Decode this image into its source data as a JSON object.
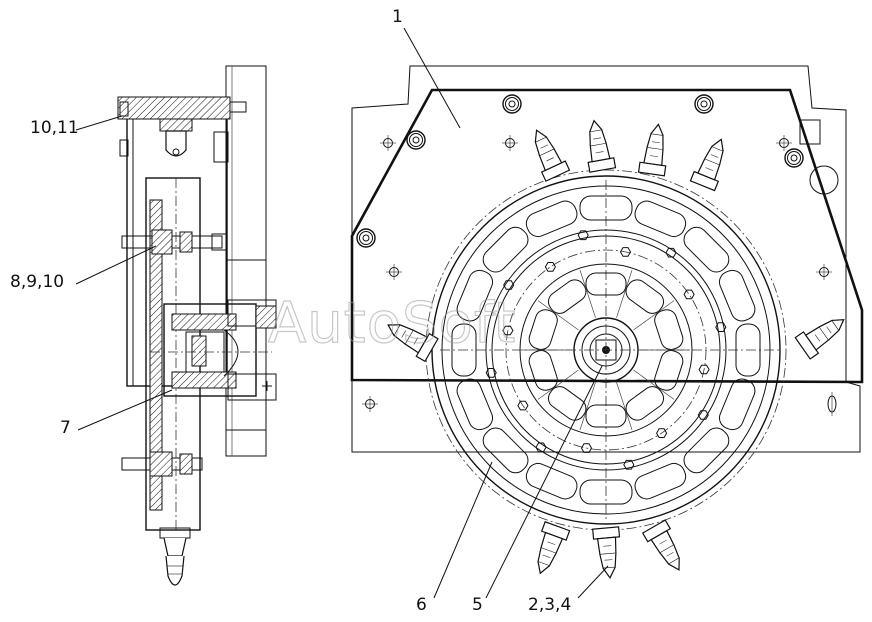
{
  "watermark": "AutoSoft",
  "callouts": [
    {
      "id": "1",
      "label": "1"
    },
    {
      "id": "10-11",
      "label": "10,11"
    },
    {
      "id": "8-9-10",
      "label": "8,9,10"
    },
    {
      "id": "7",
      "label": "7"
    },
    {
      "id": "6",
      "label": "6"
    },
    {
      "id": "5",
      "label": "5"
    },
    {
      "id": "2-3-4",
      "label": "2,3,4"
    }
  ]
}
